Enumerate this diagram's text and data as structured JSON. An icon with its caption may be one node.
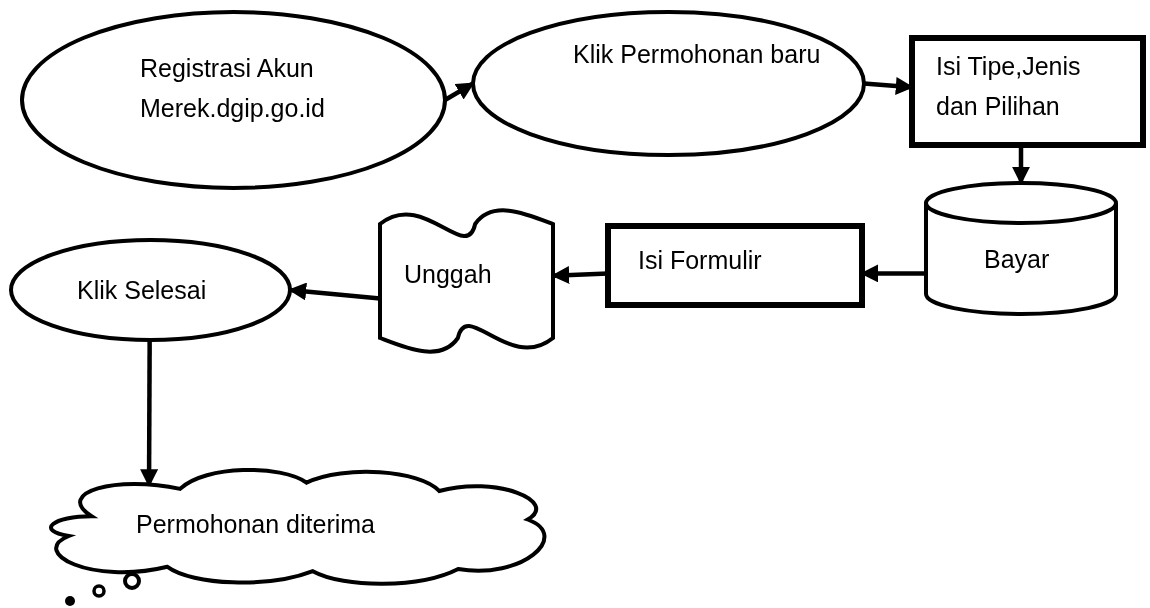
{
  "diagram": {
    "nodes": [
      {
        "text": [
          "Registrasi Akun Merek.dgip.go.id"
        ]
      },
      {
        "text": [
          "Klik Permohonan baru"
        ]
      },
      {
        "text": [
          "Isi Tipe,Jenis dan Pilihan"
        ]
      },
      {
        "text": [
          "Bayar"
        ]
      },
      {
        "text": [
          "Isi Formulir"
        ]
      },
      {
        "text": [
          "Unggah"
        ]
      },
      {
        "text": [
          "Klik Selesai"
        ]
      },
      {
        "text": [
          "Permohonan diterima"
        ]
      }
    ],
    "edges": [
      {
        "from": 0,
        "to": 1,
        "arrow": "to"
      },
      {
        "from": 1,
        "to": 2,
        "arrow": "to"
      },
      {
        "from": 2,
        "to": 3,
        "arrow": "to"
      },
      {
        "from": 3,
        "to": 4,
        "arrow": "to"
      },
      {
        "from": 4,
        "to": 5,
        "arrow": "to"
      },
      {
        "from": 5,
        "to": 6,
        "arrow": "to"
      },
      {
        "from": 6,
        "to": 7,
        "arrow": "to"
      }
    ]
  }
}
